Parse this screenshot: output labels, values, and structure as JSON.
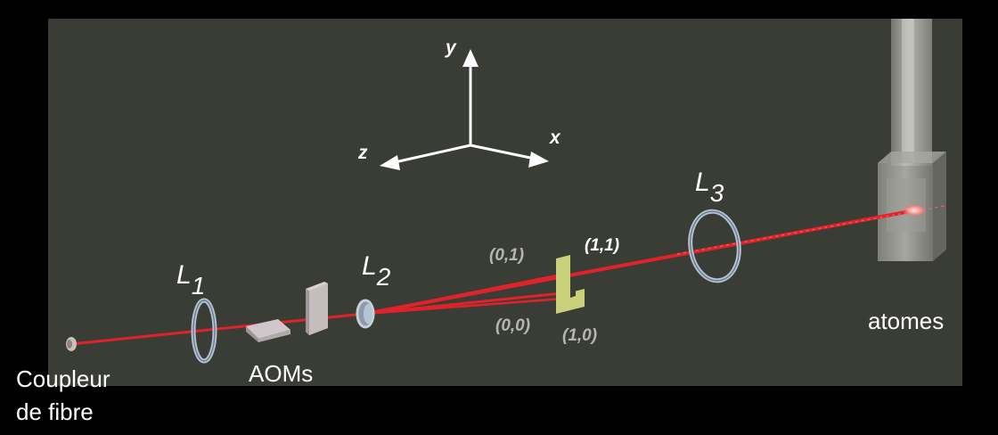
{
  "axes": {
    "x": "x",
    "y": "y",
    "z": "z"
  },
  "lenses": [
    {
      "letter": "L",
      "index": "1"
    },
    {
      "letter": "L",
      "index": "2"
    },
    {
      "letter": "L",
      "index": "3"
    }
  ],
  "components": {
    "coupler": [
      "Coupleur",
      "de fibre"
    ],
    "aoms": "AOMs",
    "atoms": "atomes"
  },
  "orders": {
    "o01": "(0,1)",
    "o11": "(1,1)",
    "o00": "(0,0)",
    "o10": "(1,0)"
  },
  "colors": {
    "scene_bg": "#3a3d36",
    "frame": "#000000",
    "beam": "#e0232b",
    "lens_ring": "#b7c4d6",
    "mask": "#c9d27a",
    "active_label": "#ffffff",
    "inactive_label": "#b5b5b5"
  }
}
